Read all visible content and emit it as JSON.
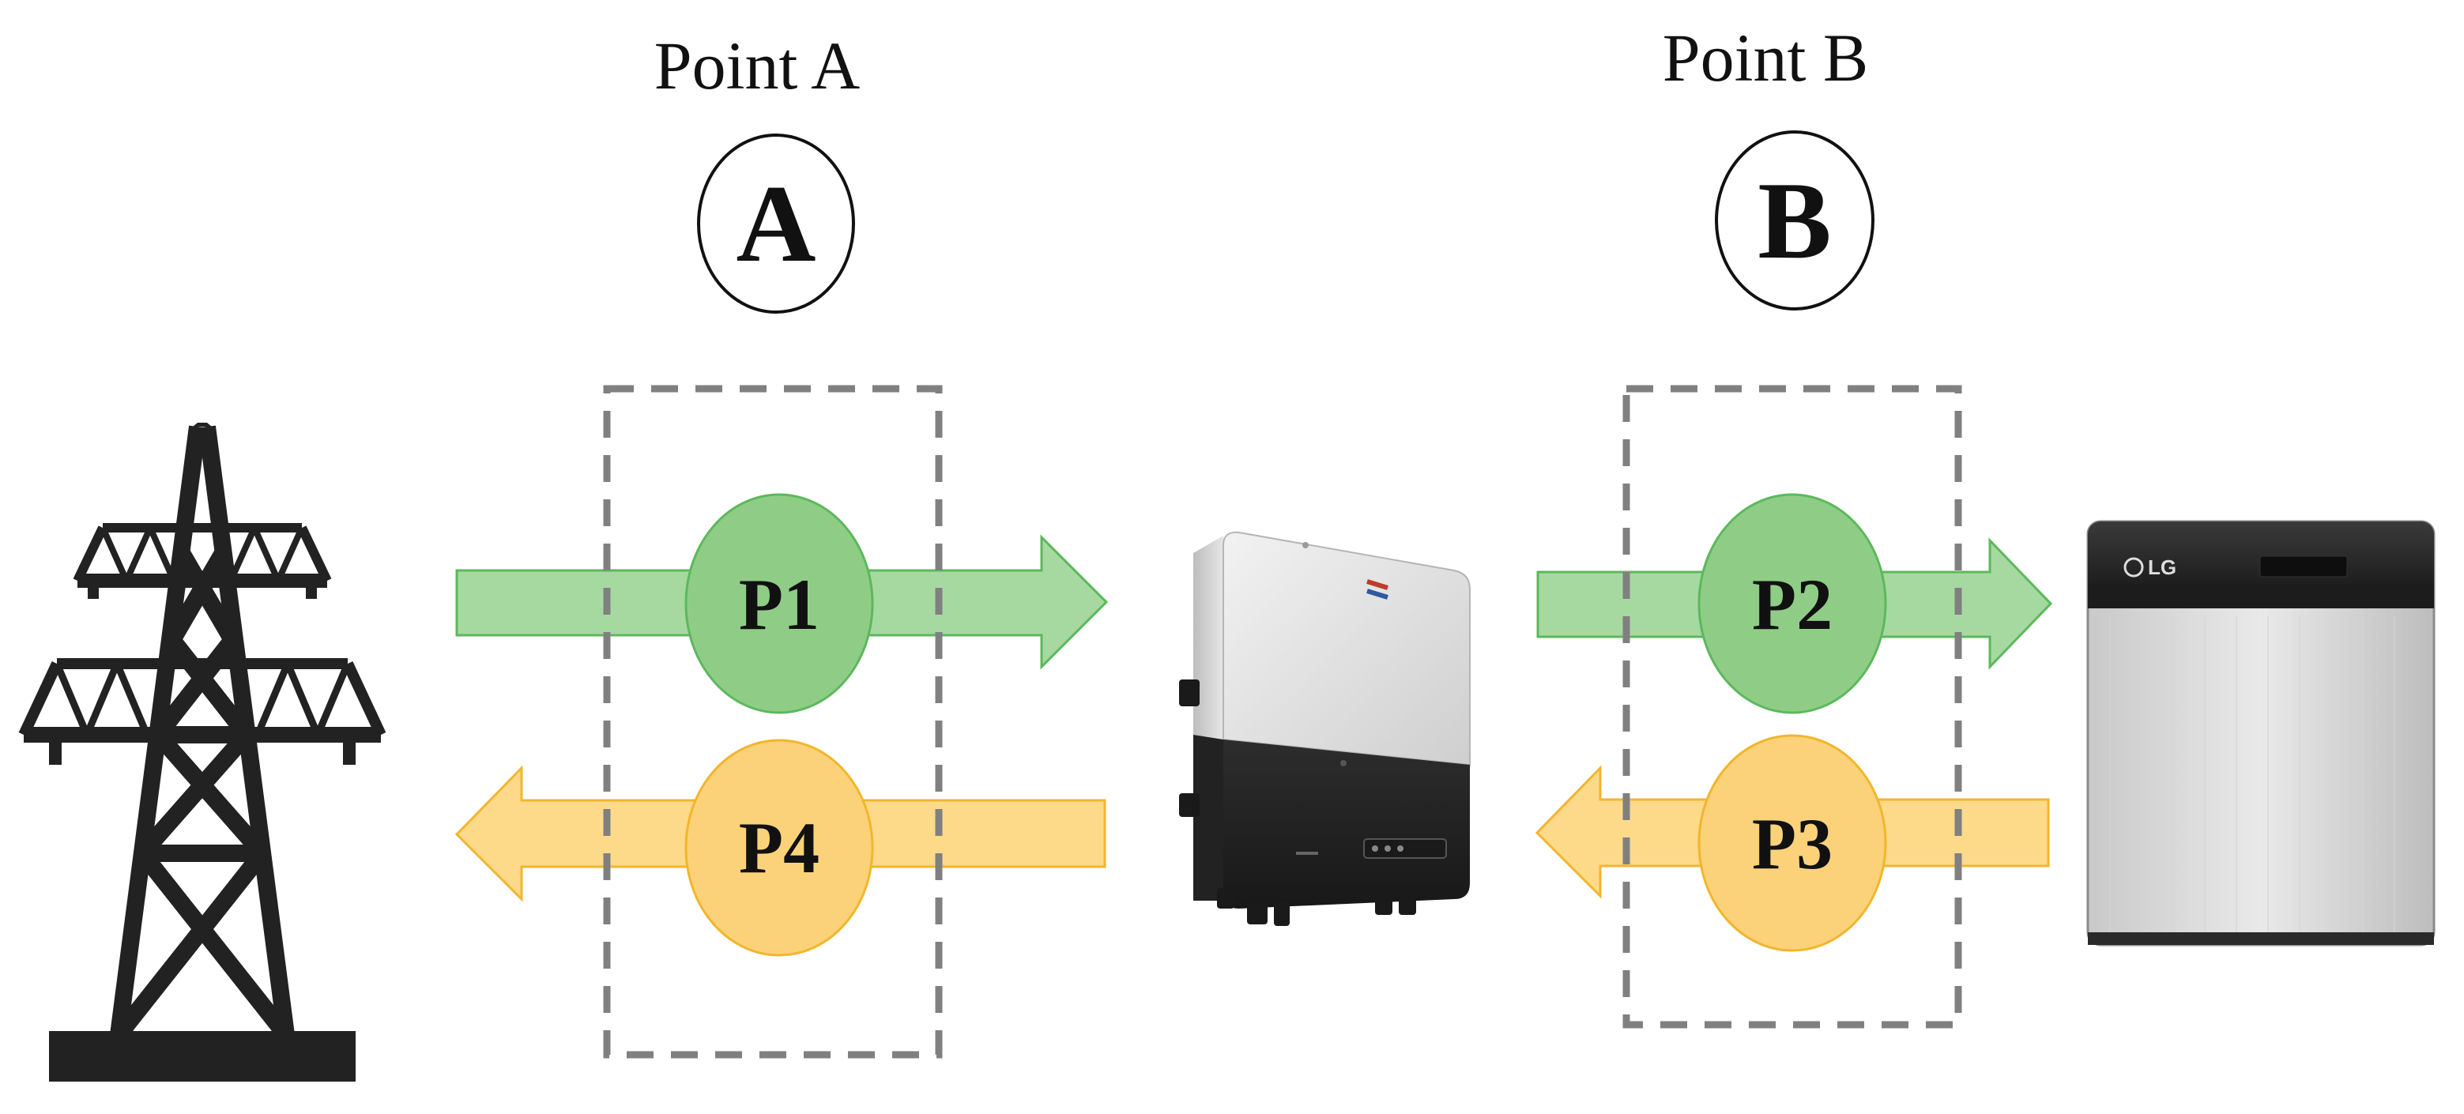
{
  "point_a": {
    "title": "Point A",
    "badge": "A"
  },
  "point_b": {
    "title": "Point B",
    "badge": "B"
  },
  "flows": {
    "p1": {
      "label": "P1",
      "direction": "right"
    },
    "p2": {
      "label": "P2",
      "direction": "right"
    },
    "p3": {
      "label": "P3",
      "direction": "left"
    },
    "p4": {
      "label": "P4",
      "direction": "left"
    }
  },
  "battery": {
    "brand": "LG"
  },
  "colors": {
    "green_fill": "#a6d9a0",
    "green_circle": "#8fcd86",
    "green_stroke": "#5cb85c",
    "yellow_fill": "#fdd98a",
    "yellow_circle": "#fbd27a",
    "yellow_stroke": "#f2b62b",
    "dash": "#808080",
    "tower": "#222222"
  },
  "icons": {
    "tower": "power-transmission-tower-icon",
    "inverter": "inverter-icon",
    "battery": "battery-icon"
  }
}
